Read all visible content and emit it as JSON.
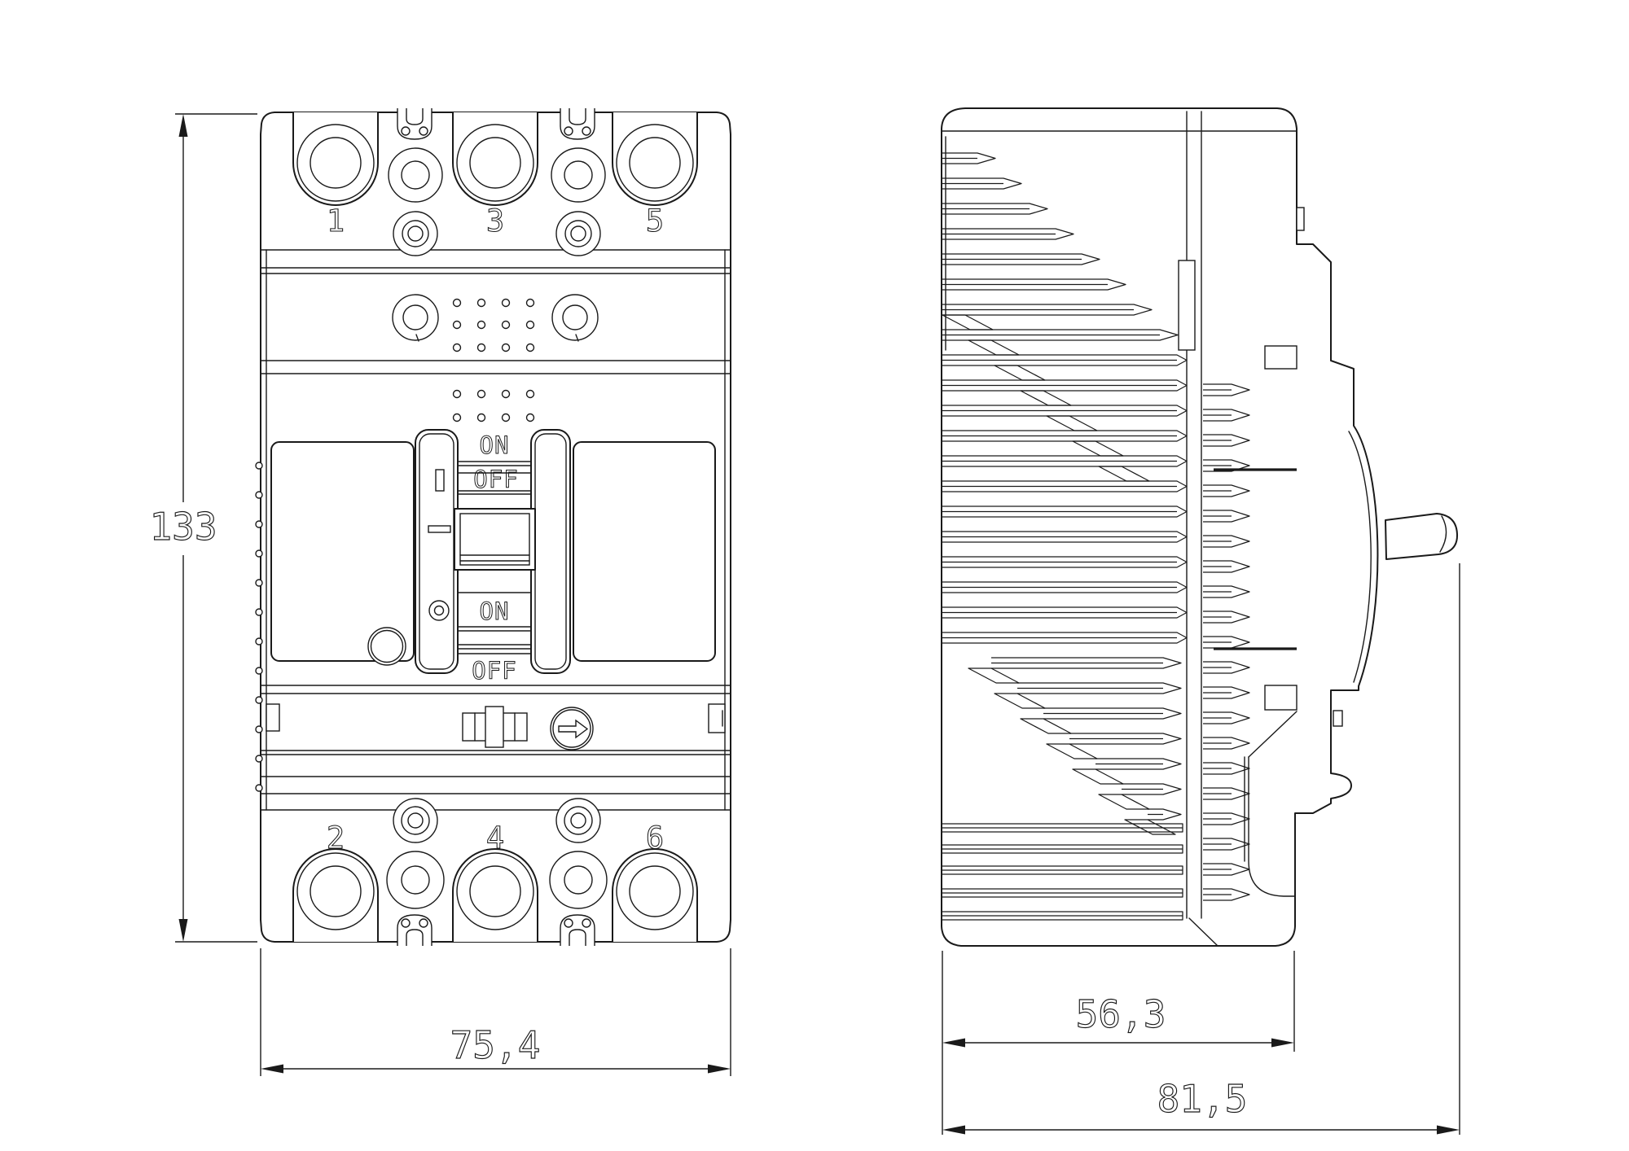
{
  "front_view": {
    "pole_numbers_top": [
      "1",
      "3",
      "5"
    ],
    "pole_numbers_bottom": [
      "2",
      "4",
      "6"
    ],
    "rocker_labels": {
      "upper_on": "ON",
      "upper_off": "OFF",
      "lower_on": "ON",
      "lower_off": "OFF"
    }
  },
  "dimensions": {
    "height": "133",
    "width": "75,4",
    "body_depth": "56,3",
    "overall_depth": "81,5"
  },
  "line_color": "#1a1a1a"
}
